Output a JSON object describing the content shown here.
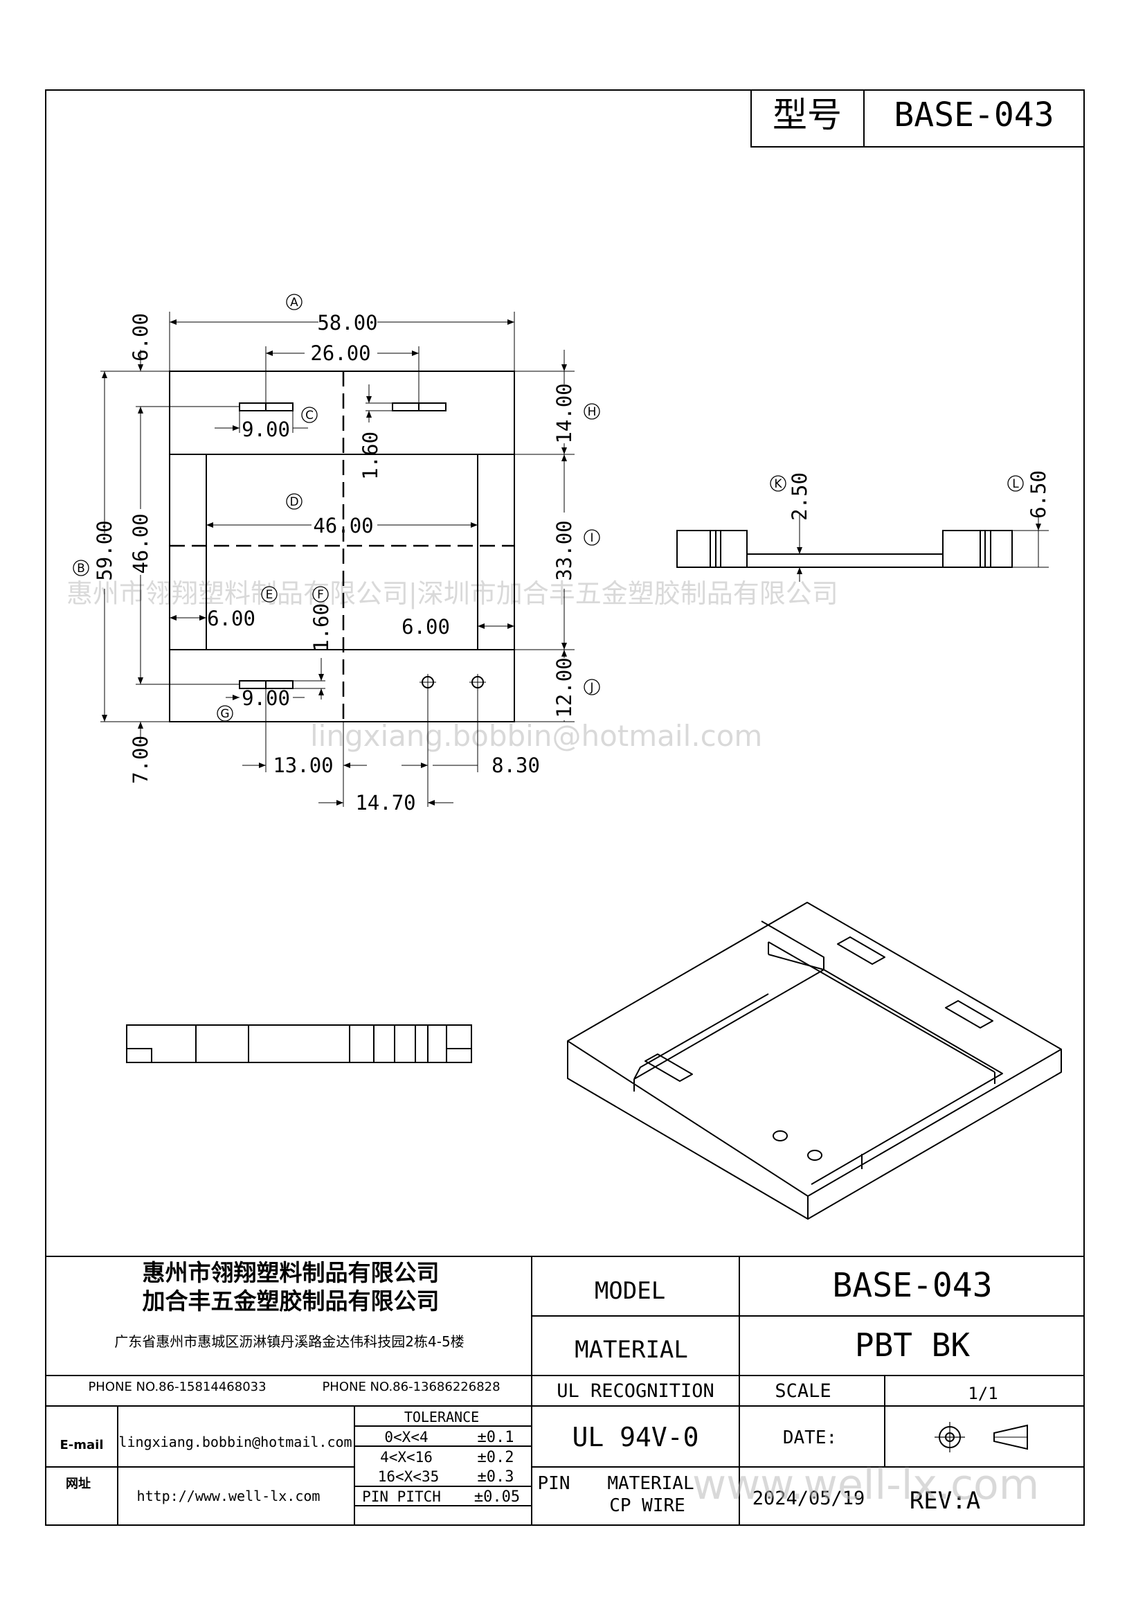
{
  "header": {
    "model_label_cn": "型号",
    "model_value": "BASE-043"
  },
  "dimensions": {
    "a_width": "58.00",
    "slot_spacing": "26.00",
    "slot_len_top": "9.00",
    "pin_width_top": "1.60",
    "inner_width": "46.00",
    "side_wall_left": "6.00",
    "side_wall_right": "6.00",
    "pin_width_bottom": "1.60",
    "slot_len_bottom": "9.00",
    "dist_13": "13.00",
    "dist_830": "8.30",
    "dist_1470": "14.70",
    "top_margin": "6.00",
    "total_height": "59.00",
    "inner_height": "46.00",
    "bottom_margin": "7.00",
    "top_band": "14.00",
    "middle_band": "33.00",
    "bottom_band": "12.00",
    "thickness_k": "2.50",
    "thickness_l": "6.50"
  },
  "callouts": [
    "A",
    "B",
    "C",
    "D",
    "E",
    "F",
    "G",
    "H",
    "I",
    "J",
    "K",
    "L"
  ],
  "watermarks": {
    "company": "惠州市翎翔塑料制品有限公司|深圳市加合丰五金塑胶制品有限公司",
    "email": "lingxiang.bobbin@hotmail.com",
    "web": "www.well-lx.com"
  },
  "title_block": {
    "company1": "惠州市翎翔塑料制品有限公司",
    "company2": "加合丰五金塑胶制品有限公司",
    "address": "广东省惠州市惠城区沥淋镇丹溪路金达伟科技园2栋4-5楼",
    "phone1": "PHONE NO.86-15814468033",
    "phone2": "PHONE NO.86-13686226828",
    "email_label": "E-mail",
    "email": "lingxiang.bobbin@hotmail.com",
    "web_label": "网址",
    "web": "http://www.well-lx.com",
    "tolerance_label": "TOLERANCE",
    "tolerances": [
      {
        "range": "0<X<4",
        "value": "±0.1"
      },
      {
        "range": "4<X<16",
        "value": "±0.2"
      },
      {
        "range": "16<X<35",
        "value": "±0.3"
      },
      {
        "range": "PIN PITCH",
        "value": "±0.05"
      }
    ],
    "model_label": "MODEL",
    "model_value": "BASE-043",
    "material_label": "MATERIAL",
    "material_value": "PBT BK",
    "ul_label": "UL RECOGNITION",
    "scale_label": "SCALE",
    "scale_value": "1/1",
    "ul_value": "UL 94V-0",
    "date_label": "DATE:",
    "pin_label": "PIN",
    "pin_material_label": "MATERIAL",
    "pin_material_value": "CP WIRE",
    "date_value": "2024/05/19",
    "rev": "REV:A"
  }
}
